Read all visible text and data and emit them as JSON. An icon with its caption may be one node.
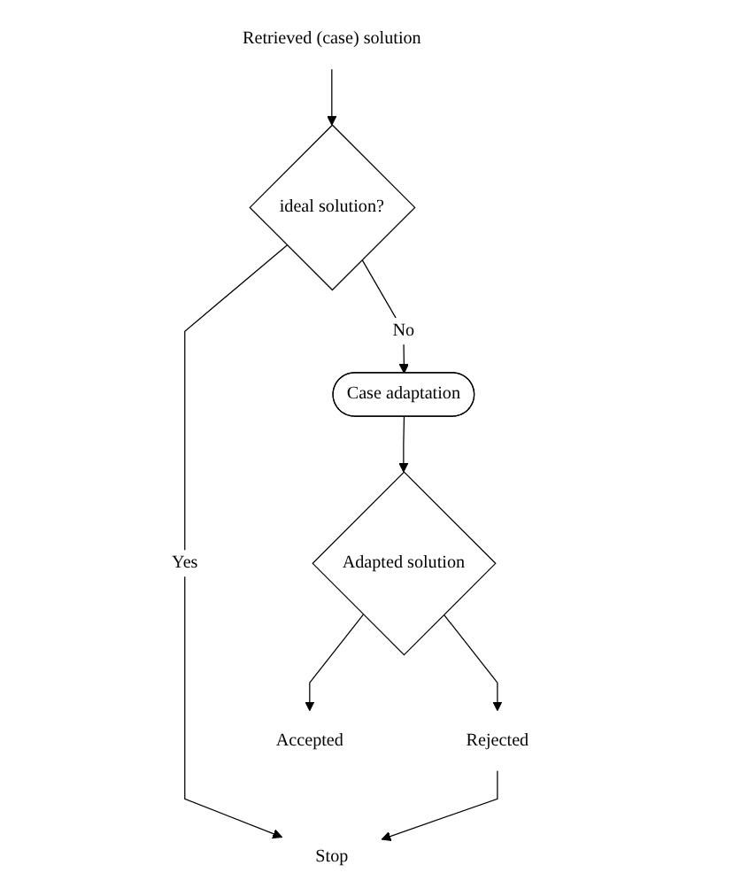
{
  "diagram": {
    "nodes": [
      {
        "text": [
          "Retrieved (case) solution"
        ]
      },
      {
        "text": [
          "ideal solution?"
        ]
      },
      {
        "text": [
          "Case adaptation"
        ]
      },
      {
        "text": [
          "Adapted solution"
        ]
      },
      {
        "text": [
          "Rejected"
        ]
      },
      {
        "text": [
          "Accepted"
        ]
      },
      {
        "text": [
          "Stop"
        ]
      }
    ],
    "edges": [
      {
        "from": 0,
        "to": 1,
        "arrow": "to"
      },
      {
        "from": 1,
        "to": 6,
        "arrow": "to",
        "label": "Yes"
      },
      {
        "from": 1,
        "to": 2,
        "arrow": "to",
        "label": "No"
      },
      {
        "from": 2,
        "to": 3,
        "arrow": "to"
      },
      {
        "from": 3,
        "to": 4,
        "arrow": "to"
      },
      {
        "from": 3,
        "to": 5,
        "arrow": "to"
      },
      {
        "from": 4,
        "to": 6,
        "arrow": "to"
      }
    ]
  }
}
